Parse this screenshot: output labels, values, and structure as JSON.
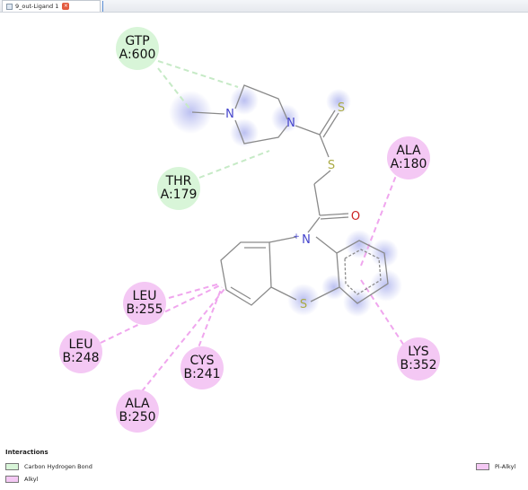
{
  "tab": {
    "label": "9_out-Ligand 1",
    "icon": "document-icon",
    "close_icon": "close-icon"
  },
  "colors": {
    "conventional_hbond": "#d8f5d8",
    "carbon_hbond_line": "#bfe8bf",
    "alkyl": "#f4c8f4",
    "alkyl_line": "#f0a0ee",
    "highlight": "#c4c8f2",
    "nitrogen": "#4444cc",
    "oxygen": "#cc2222",
    "sulfur": "#aaaa44"
  },
  "residues": {
    "gtp600": {
      "name": "GTP",
      "chain_id": "A:600",
      "type": "carbon_hbond"
    },
    "thr179": {
      "name": "THR",
      "chain_id": "A:179",
      "type": "carbon_hbond"
    },
    "ala180": {
      "name": "ALA",
      "chain_id": "A:180",
      "type": "alkyl"
    },
    "leu255": {
      "name": "LEU",
      "chain_id": "B:255",
      "type": "alkyl"
    },
    "leu248": {
      "name": "LEU",
      "chain_id": "B:248",
      "type": "alkyl"
    },
    "cys241": {
      "name": "CYS",
      "chain_id": "B:241",
      "type": "alkyl"
    },
    "ala250": {
      "name": "ALA",
      "chain_id": "B:250",
      "type": "alkyl"
    },
    "lys352": {
      "name": "LYS",
      "chain_id": "B:352",
      "type": "pi_alkyl"
    }
  },
  "atoms": {
    "n_piperazine1": "N",
    "n_piperazine2": "N",
    "s_thione": "S",
    "s_thioether": "S",
    "o_carbonyl": "O",
    "n_phenothiazine": "N",
    "n_charge": "+",
    "s_ring": "S"
  },
  "legend": {
    "title": "Interactions",
    "carbon_hbond": "Carbon Hydrogen Bond",
    "alkyl": "Alkyl",
    "pi_alkyl": "Pi-Alkyl"
  }
}
